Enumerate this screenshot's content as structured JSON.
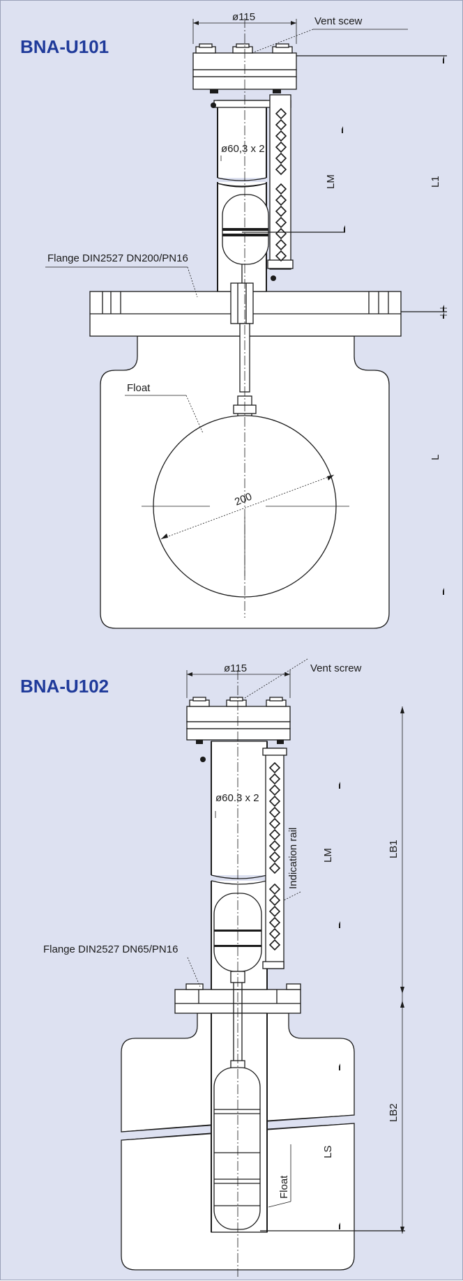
{
  "drawing_1": {
    "title": "BNA-U101",
    "diameter_top": "ø115",
    "vent": "Vent scew",
    "pipe": "ø60,3 x 2",
    "flange": "Flange DIN2527 DN200/PN16",
    "float": "Float",
    "float_dia": "200",
    "dim_lm": "LM",
    "dim_l1": "L1",
    "dim_l": "L"
  },
  "drawing_2": {
    "title": "BNA-U102",
    "diameter_top": "ø115",
    "vent": "Vent screw",
    "pipe": "ø60.3 x 2",
    "rail": "Indication rail",
    "flange": "Flange DIN2527 DN65/PN16",
    "float": "Float",
    "dim_lm": "LM",
    "dim_lb1": "LB1",
    "dim_lb2": "LB2",
    "dim_ls": "LS"
  }
}
